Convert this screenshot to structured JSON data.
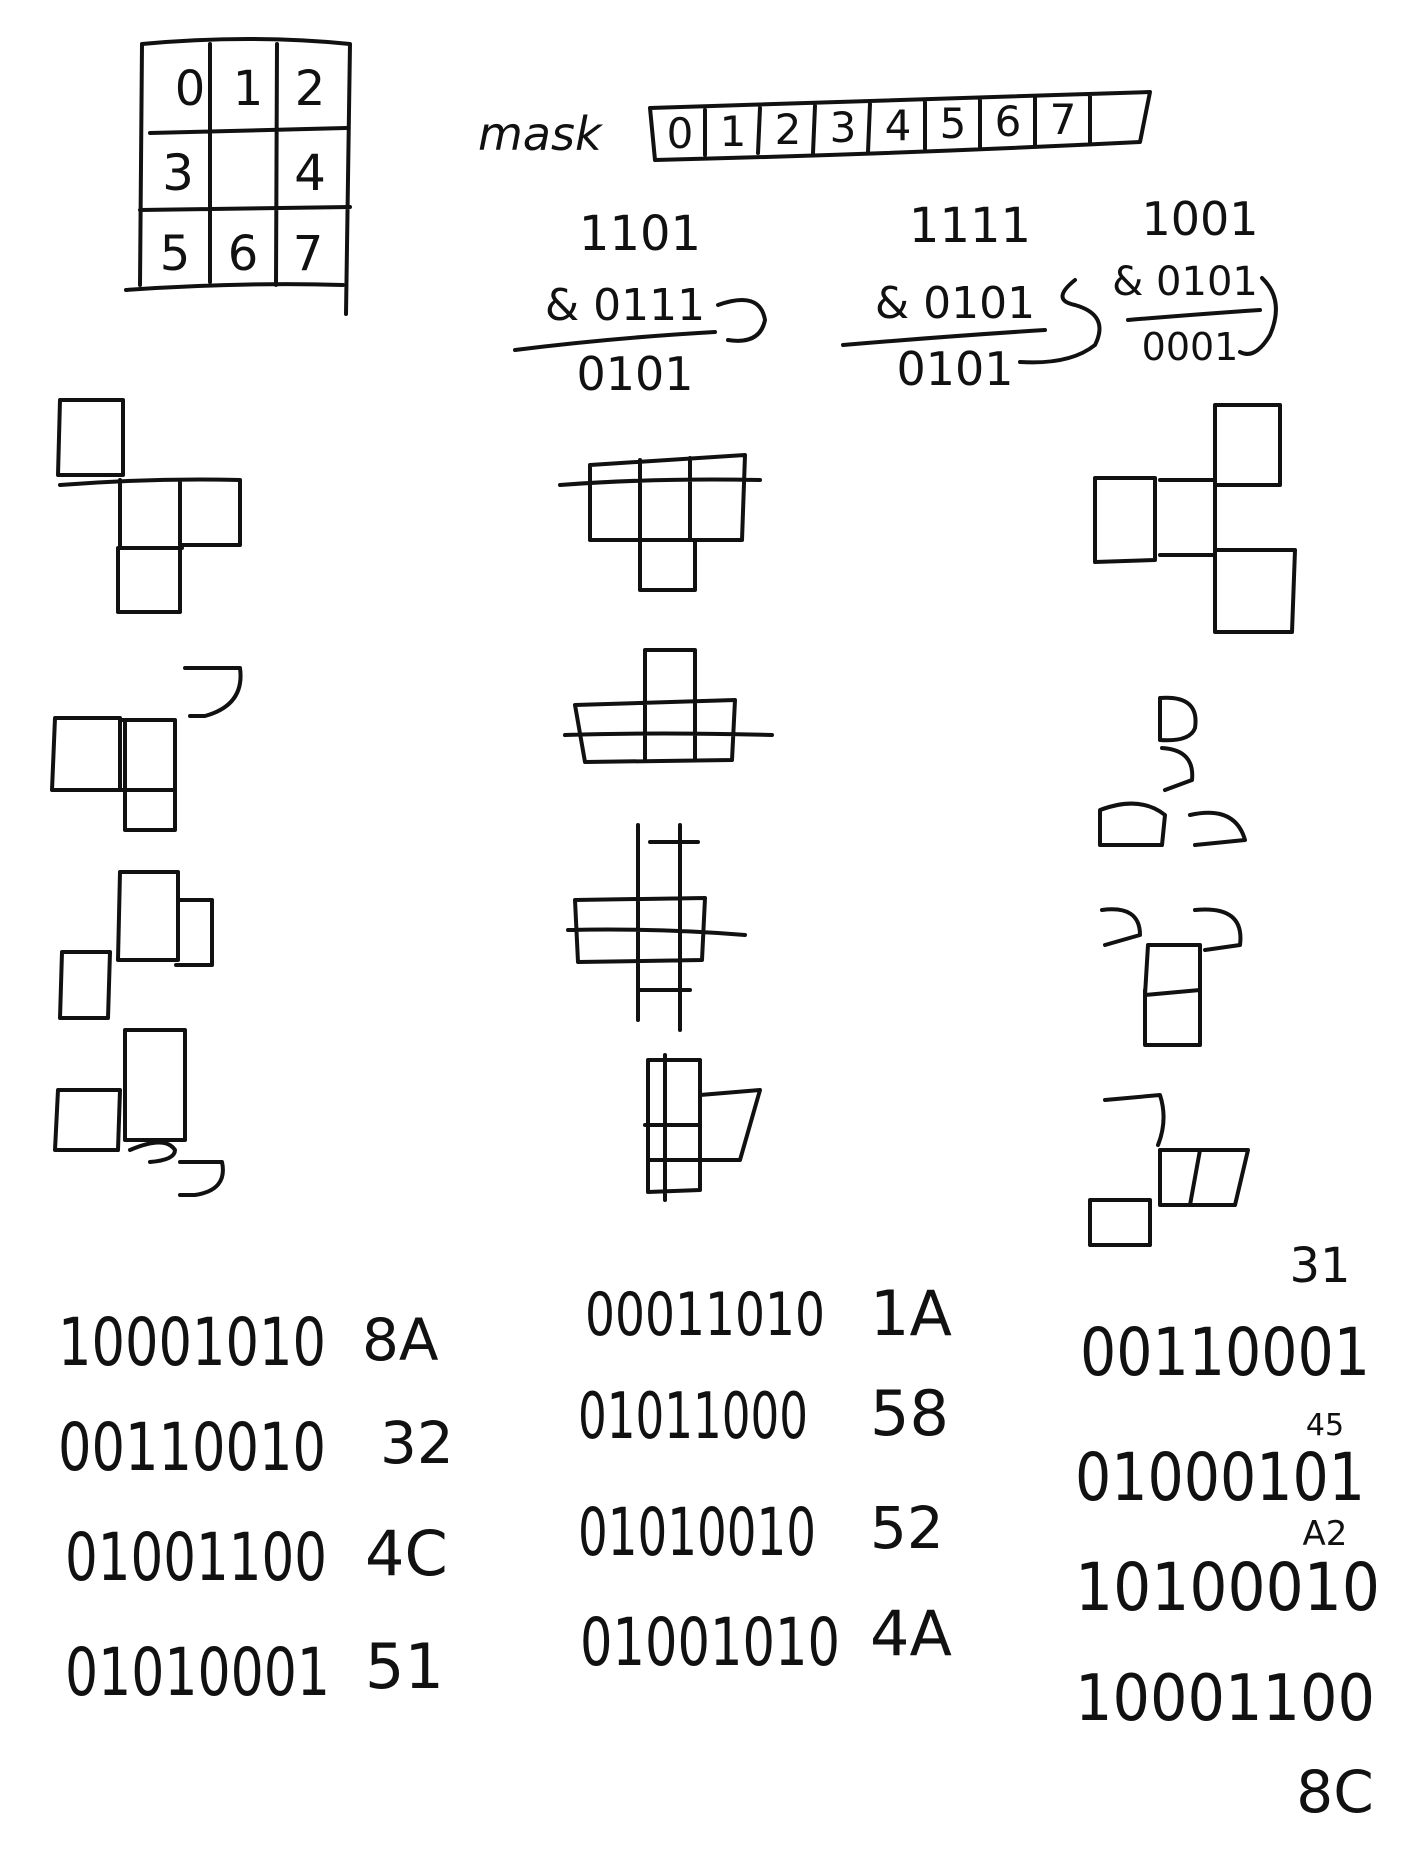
{
  "grid_diagram": {
    "cells": [
      "0",
      "1",
      "2",
      "3",
      "",
      "4",
      "5",
      "6",
      "7"
    ]
  },
  "mask": {
    "label": "mask",
    "cells": [
      "0",
      "1",
      "2",
      "3",
      "4",
      "5",
      "6",
      "7"
    ]
  },
  "bitops": [
    {
      "top": "1101",
      "operand": "& 0111",
      "result": "0101"
    },
    {
      "top": "1111",
      "operand": "& 0101",
      "result": "0101"
    },
    {
      "top": "1001",
      "operand": "& 0101",
      "result": "0001"
    }
  ],
  "codes": {
    "left": [
      {
        "bits": "10001010",
        "hex": "8A"
      },
      {
        "bits": "00110010",
        "hex": "32"
      },
      {
        "bits": "01001100",
        "hex": "4C"
      },
      {
        "bits": "01010001",
        "hex": "51"
      }
    ],
    "middle": [
      {
        "bits": "00011010",
        "hex": "1A"
      },
      {
        "bits": "01011000",
        "hex": "58"
      },
      {
        "bits": "01010010",
        "hex": "52"
      },
      {
        "bits": "01001010",
        "hex": "4A"
      }
    ],
    "right": [
      {
        "bits": "00110001",
        "hex": "31"
      },
      {
        "bits": "01000101",
        "hex": "45"
      },
      {
        "bits": "10100010",
        "hex": "A2"
      },
      {
        "bits": "10001100",
        "hex": "8C"
      }
    ]
  }
}
